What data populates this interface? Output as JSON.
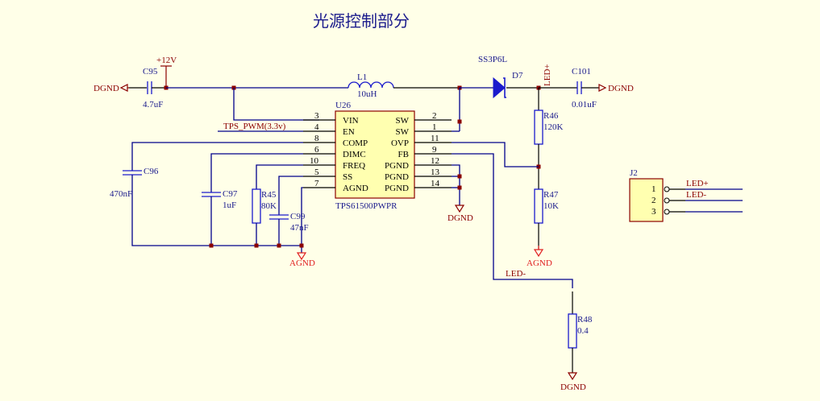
{
  "title": "光源控制部分",
  "ic": {
    "ref": "U26",
    "part": "TPS61500PWPR",
    "left_pins": [
      {
        "num": "3",
        "name": "VIN"
      },
      {
        "num": "4",
        "name": "EN"
      },
      {
        "num": "8",
        "name": "COMP"
      },
      {
        "num": "6",
        "name": "DIMC"
      },
      {
        "num": "10",
        "name": "FREQ"
      },
      {
        "num": "5",
        "name": "SS"
      },
      {
        "num": "7",
        "name": "AGND"
      }
    ],
    "right_pins": [
      {
        "num": "2",
        "name": "SW"
      },
      {
        "num": "1",
        "name": "SW"
      },
      {
        "num": "11",
        "name": "OVP"
      },
      {
        "num": "9",
        "name": "FB"
      },
      {
        "num": "12",
        "name": "PGND"
      },
      {
        "num": "13",
        "name": "PGND"
      },
      {
        "num": "14",
        "name": "PGND"
      }
    ]
  },
  "components": {
    "c95": {
      "ref": "C95",
      "value": "4.7uF"
    },
    "l1": {
      "ref": "L1",
      "value": "10uH"
    },
    "d7": {
      "ref": "D7",
      "value": "SS3P6L"
    },
    "c101": {
      "ref": "C101",
      "value": "0.01uF"
    },
    "r46": {
      "ref": "R46",
      "value": "120K"
    },
    "r47": {
      "ref": "R47",
      "value": "10K"
    },
    "r48": {
      "ref": "R48",
      "value": "0.4"
    },
    "c96": {
      "ref": "C96",
      "value": "470nF"
    },
    "c97": {
      "ref": "C97",
      "value": "1uF"
    },
    "r45": {
      "ref": "R45",
      "value": "80K"
    },
    "c99": {
      "ref": "C99",
      "value": "47nF"
    }
  },
  "nets": {
    "vin": "+12V",
    "pwm": "TPS_PWM(3.3v)",
    "dgnd": "DGND",
    "agnd": "AGND",
    "led_plus": "LED+",
    "led_minus": "LED-"
  },
  "connector": {
    "ref": "J2",
    "pins": [
      {
        "num": "1",
        "net": "LED+"
      },
      {
        "num": "2",
        "net": "LED-"
      },
      {
        "num": "3",
        "net": ""
      }
    ]
  }
}
